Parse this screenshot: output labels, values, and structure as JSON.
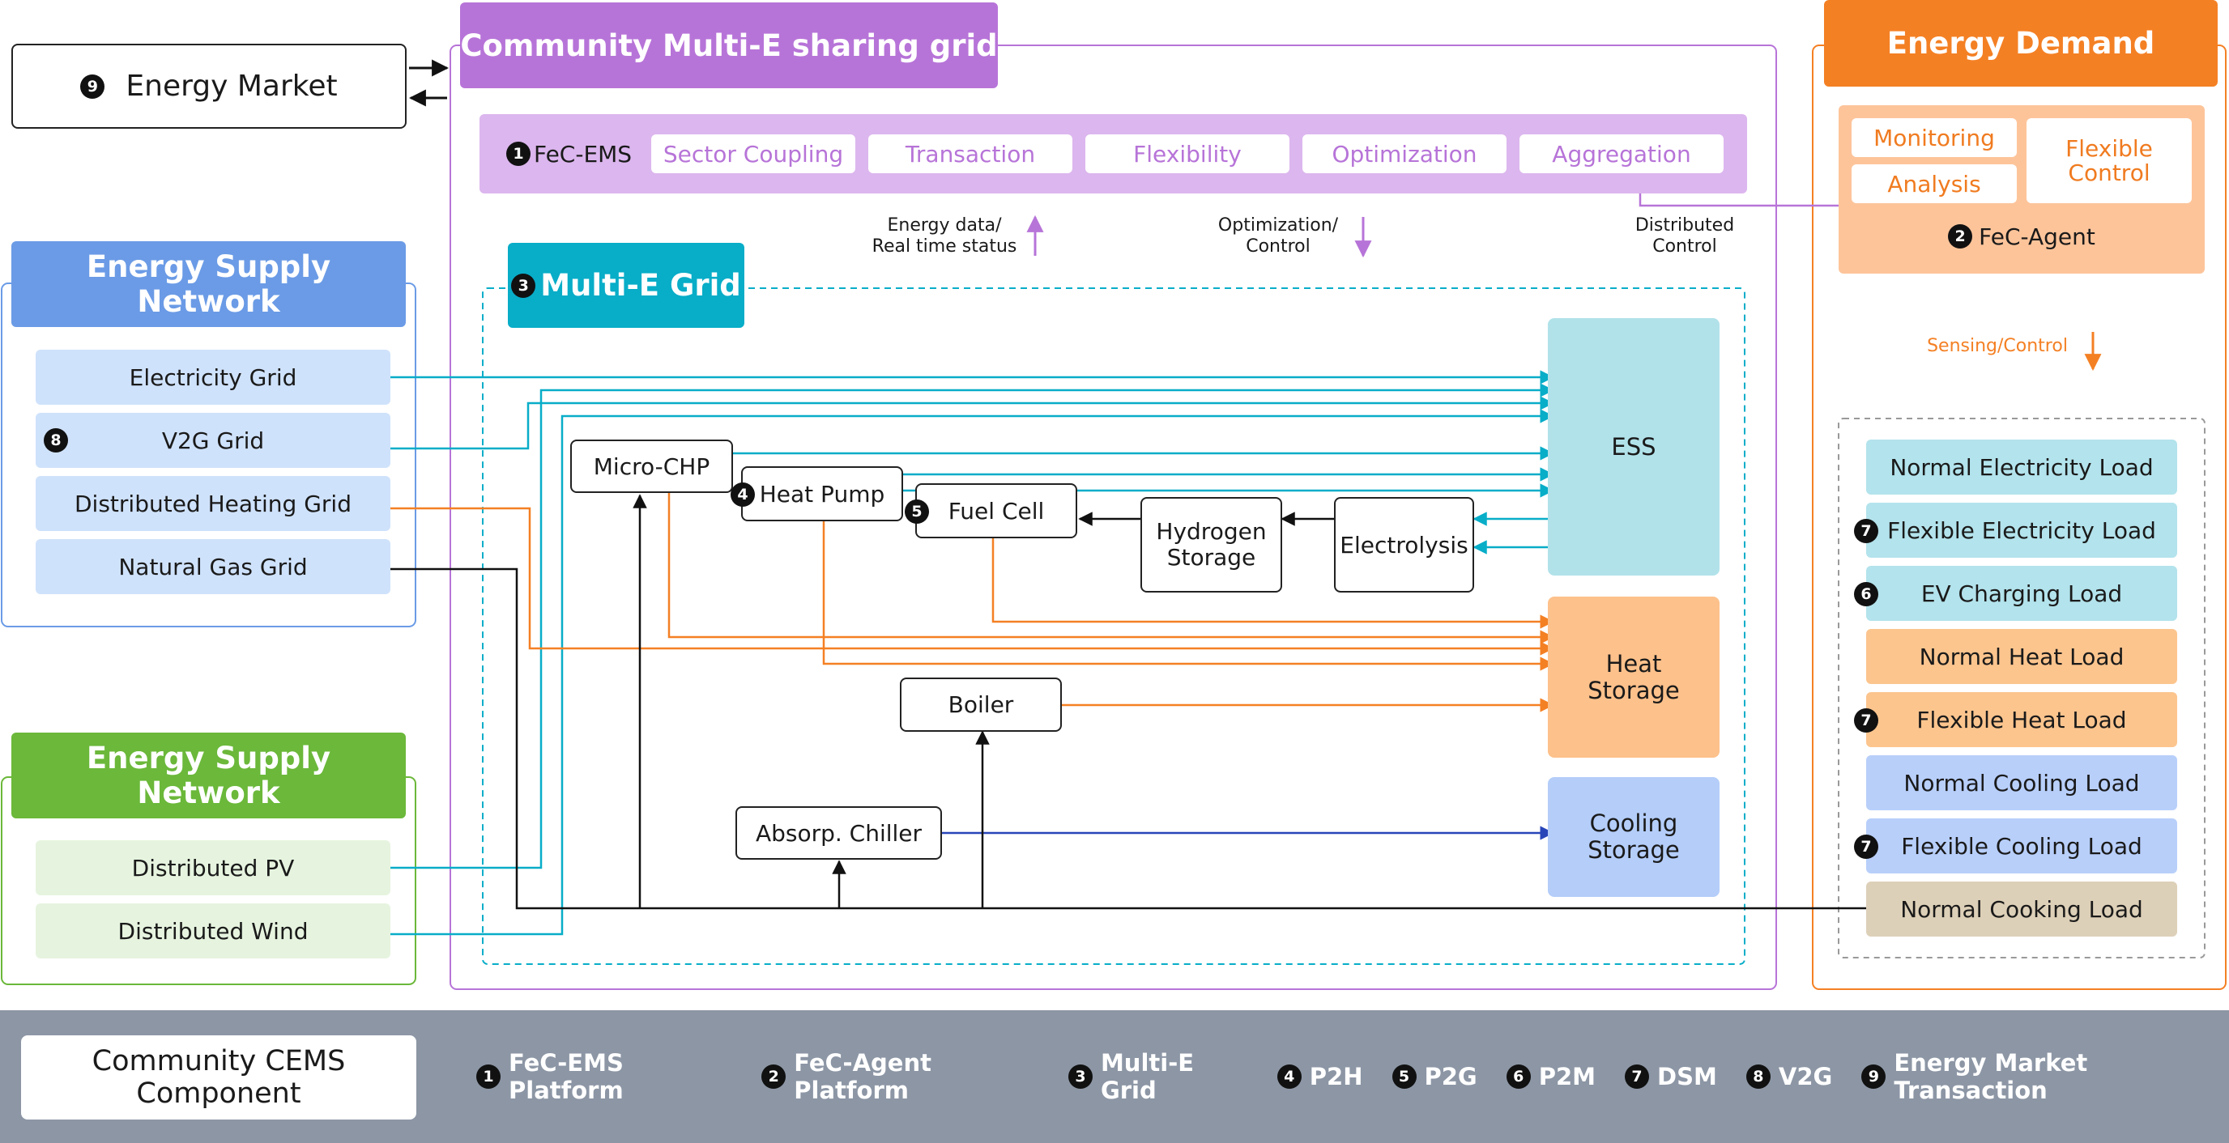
{
  "energy_market": {
    "num": "9",
    "label": "Energy Market"
  },
  "community": {
    "title": "Community Multi-E sharing grid"
  },
  "fec_ems": {
    "num": "1",
    "label": "FeC-EMS",
    "tabs": [
      "Sector Coupling",
      "Transaction",
      "Flexibility",
      "Optimization",
      "Aggregation"
    ]
  },
  "flow_labels": {
    "energy_data": "Energy data/\nReal time status",
    "optimization": "Optimization/\nControl",
    "distributed": "Distributed\nControl",
    "sensing": "Sensing/Control"
  },
  "multi_e": {
    "num": "3",
    "title": "Multi-E Grid"
  },
  "supply_top": {
    "title": "Energy Supply Network",
    "items": [
      {
        "label": "Electricity Grid",
        "num": ""
      },
      {
        "label": "V2G Grid",
        "num": "8"
      },
      {
        "label": "Distributed Heating Grid",
        "num": ""
      },
      {
        "label": "Natural Gas Grid",
        "num": ""
      }
    ]
  },
  "supply_bottom": {
    "title": "Energy Supply Network",
    "items": [
      {
        "label": "Distributed PV"
      },
      {
        "label": "Distributed Wind"
      }
    ]
  },
  "components": {
    "micro_chp": "Micro-CHP",
    "heat_pump": {
      "num": "4",
      "label": "Heat Pump"
    },
    "fuel_cell": {
      "num": "5",
      "label": "Fuel Cell"
    },
    "hydrogen": "Hydrogen\nStorage",
    "electrolysis": "Electrolysis",
    "boiler": "Boiler",
    "chiller": "Absorp. Chiller",
    "ess": "ESS",
    "heat_storage": "Heat\nStorage",
    "cooling_storage": "Cooling\nStorage"
  },
  "demand": {
    "title": "Energy Demand",
    "agent": {
      "num": "2",
      "label": "FeC-Agent",
      "monitoring": "Monitoring",
      "analysis": "Analysis",
      "flexible_control": "Flexible\nControl"
    },
    "loads": [
      {
        "label": "Normal Electricity Load",
        "num": "",
        "color": "#b3e3ec"
      },
      {
        "label": "Flexible Electricity Load",
        "num": "7",
        "color": "#b3e3ec"
      },
      {
        "label": "EV Charging Load",
        "num": "6",
        "color": "#b3e3ec"
      },
      {
        "label": "Normal Heat Load",
        "num": "",
        "color": "#fcc58e"
      },
      {
        "label": "Flexible Heat Load",
        "num": "7",
        "color": "#fcc58e"
      },
      {
        "label": "Normal Cooling Load",
        "num": "",
        "color": "#b8cffa"
      },
      {
        "label": "Flexible Cooling Load",
        "num": "7",
        "color": "#b8cffa"
      },
      {
        "label": "Normal Cooking Load",
        "num": "",
        "color": "#ddd0b8"
      }
    ]
  },
  "legend": {
    "title": "Community CEMS\nComponent",
    "items": [
      {
        "num": "1",
        "label": "FeC-EMS Platform"
      },
      {
        "num": "2",
        "label": "FeC-Agent Platform"
      },
      {
        "num": "3",
        "label": "Multi-E Grid"
      },
      {
        "num": "4",
        "label": "P2H"
      },
      {
        "num": "5",
        "label": "P2G"
      },
      {
        "num": "6",
        "label": "P2M"
      },
      {
        "num": "7",
        "label": "DSM"
      },
      {
        "num": "8",
        "label": "V2G"
      },
      {
        "num": "9",
        "label": "Energy Market Transaction"
      }
    ]
  },
  "colors": {
    "purple": "#b774d8",
    "orange": "#f48024",
    "blue": "#6b9be6",
    "green": "#6bb83a",
    "teal": "#08adc8",
    "ess": "#b1e2ea",
    "heat": "#fdc18b",
    "cooling": "#b4cdf9",
    "legend_bg": "#8c96a5"
  }
}
